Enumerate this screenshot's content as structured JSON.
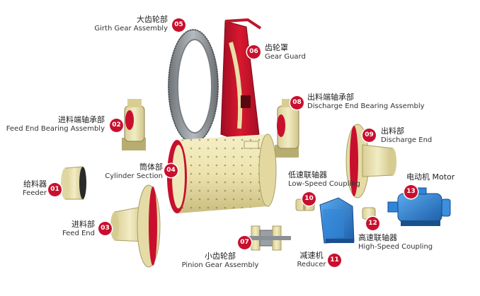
{
  "colors": {
    "accent": "#c8102e",
    "body": "#ede5b4",
    "metal": "#8a8f94",
    "blue": "#2b7fd1"
  },
  "parts": [
    {
      "num": "01",
      "cn": "给料器",
      "en": "Feeder"
    },
    {
      "num": "02",
      "cn": "进料端轴承部",
      "en": "Feed End Bearing Assembly"
    },
    {
      "num": "03",
      "cn": "进料部",
      "en": "Feed End"
    },
    {
      "num": "04",
      "cn": "筒体部",
      "en": "Cylinder Section"
    },
    {
      "num": "05",
      "cn": "大齿轮部",
      "en": "Girth Gear Assembly"
    },
    {
      "num": "06",
      "cn": "齿轮罩",
      "en": "Gear Guard"
    },
    {
      "num": "07",
      "cn": "小齿轮部",
      "en": "Pinion Gear Assembly"
    },
    {
      "num": "08",
      "cn": "出料端轴承部",
      "en": "Discharge End Bearing Assembly"
    },
    {
      "num": "09",
      "cn": "出料部",
      "en": "Discharge End"
    },
    {
      "num": "10",
      "cn": "低速联轴器",
      "en": "Low-Speed Coupling"
    },
    {
      "num": "11",
      "cn": "减速机",
      "en": "Reducer"
    },
    {
      "num": "12",
      "cn": "高速联轴器",
      "en": "High-Speed Coupling"
    },
    {
      "num": "13",
      "cn": "电动机",
      "en": "Motor"
    }
  ]
}
